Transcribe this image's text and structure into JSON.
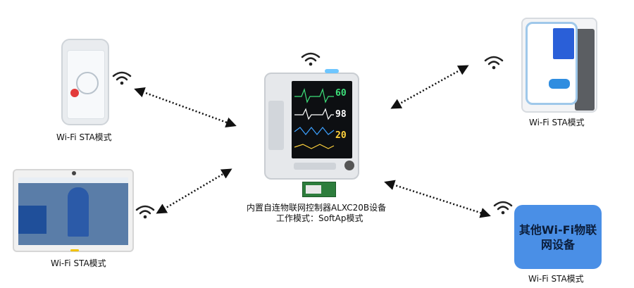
{
  "nodes": {
    "phone": {
      "label": "Wi-Fi STA模式"
    },
    "tablet": {
      "label": "Wi-Fi STA模式"
    },
    "bp_monitor": {
      "label": "Wi-Fi STA模式"
    },
    "other": {
      "box_text": "其他Wi-Fi物联网设备",
      "label": "Wi-Fi STA模式"
    },
    "center": {
      "caption_line1": "内置自连物联网控制器ALXC20B设备",
      "caption_line2": "工作模式：SoftAp模式",
      "readouts": [
        "60",
        "98",
        "20"
      ]
    }
  },
  "colors": {
    "arrow": "#111111",
    "other_box": "#4a8fe6",
    "wifi_icon": "#222222"
  },
  "icons": [
    "wifi-icon",
    "double-arrow-icon"
  ]
}
